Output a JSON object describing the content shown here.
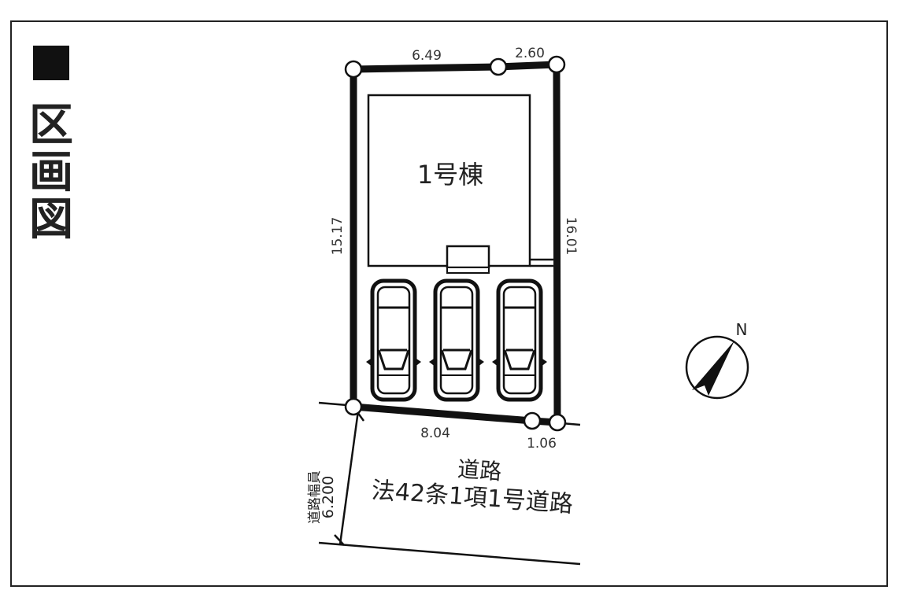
{
  "title": {
    "marker": "■",
    "chars": [
      "区",
      "画",
      "図"
    ]
  },
  "lot": {
    "building_label": "1号棟",
    "dimensions": {
      "top_left": "6.49",
      "top_right": "2.60",
      "left": "15.17",
      "right": "16.01",
      "bottom_left": "8.04",
      "bottom_right": "1.06"
    },
    "parking_spaces": 3
  },
  "road": {
    "name": "道路",
    "classification": "法42条1項1号道路",
    "width_label": "道路幅員",
    "width_value": "6.200"
  },
  "compass": {
    "label": "N"
  },
  "colors": {
    "ink": "#111111",
    "background": "#ffffff"
  }
}
